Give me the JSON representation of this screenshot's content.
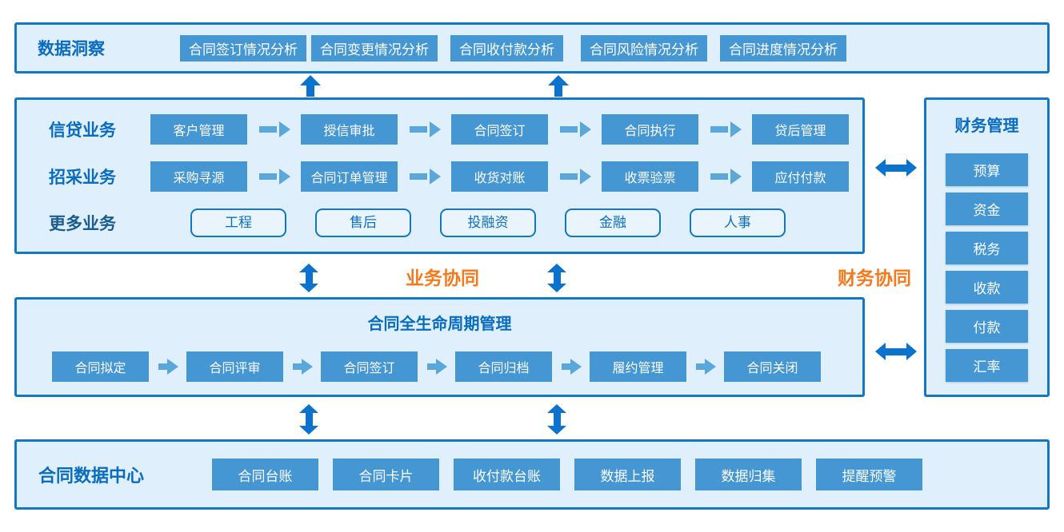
{
  "colors": {
    "panel_bg": "#DFEFFB",
    "panel_border": "#1377C4",
    "button_bg": "#4597D4",
    "button_text": "#FFFFFF",
    "label_blue": "#0A6CC0",
    "more_label_blue": "#1C5D90",
    "accent_orange": "#F5791D",
    "arrow_blue": "#0B72CE",
    "flow_arrow_blue": "#5AA7DC"
  },
  "insight": {
    "title": "数据洞察",
    "buttons": [
      "合同签订情况分析",
      "合同变更情况分析",
      "合同收付款分析",
      "合同风险情况分析",
      "合同进度情况分析"
    ]
  },
  "business": {
    "rows": [
      {
        "label": "信贷业务",
        "steps": [
          "客户管理",
          "授信审批",
          "合同签订",
          "合同执行",
          "贷后管理"
        ]
      },
      {
        "label": "招采业务",
        "steps": [
          "采购寻源",
          "合同订单管理",
          "收货对账",
          "收票验票",
          "应付付款"
        ]
      }
    ],
    "more": {
      "label": "更多业务",
      "tags": [
        "工程",
        "售后",
        "投融资",
        "金融",
        "人事"
      ]
    }
  },
  "collaboration": {
    "business": "业务协同",
    "finance": "财务协同"
  },
  "finance": {
    "title": "财务管理",
    "items": [
      "预算",
      "资金",
      "税务",
      "收款",
      "付款",
      "汇率"
    ]
  },
  "lifecycle": {
    "title": "合同全生命周期管理",
    "steps": [
      "合同拟定",
      "合同评审",
      "合同签订",
      "合同归档",
      "履约管理",
      "合同关闭"
    ]
  },
  "datacenter": {
    "title": "合同数据中心",
    "buttons": [
      "合同台账",
      "合同卡片",
      "收付款台账",
      "数据上报",
      "数据归集",
      "提醒预警"
    ]
  }
}
